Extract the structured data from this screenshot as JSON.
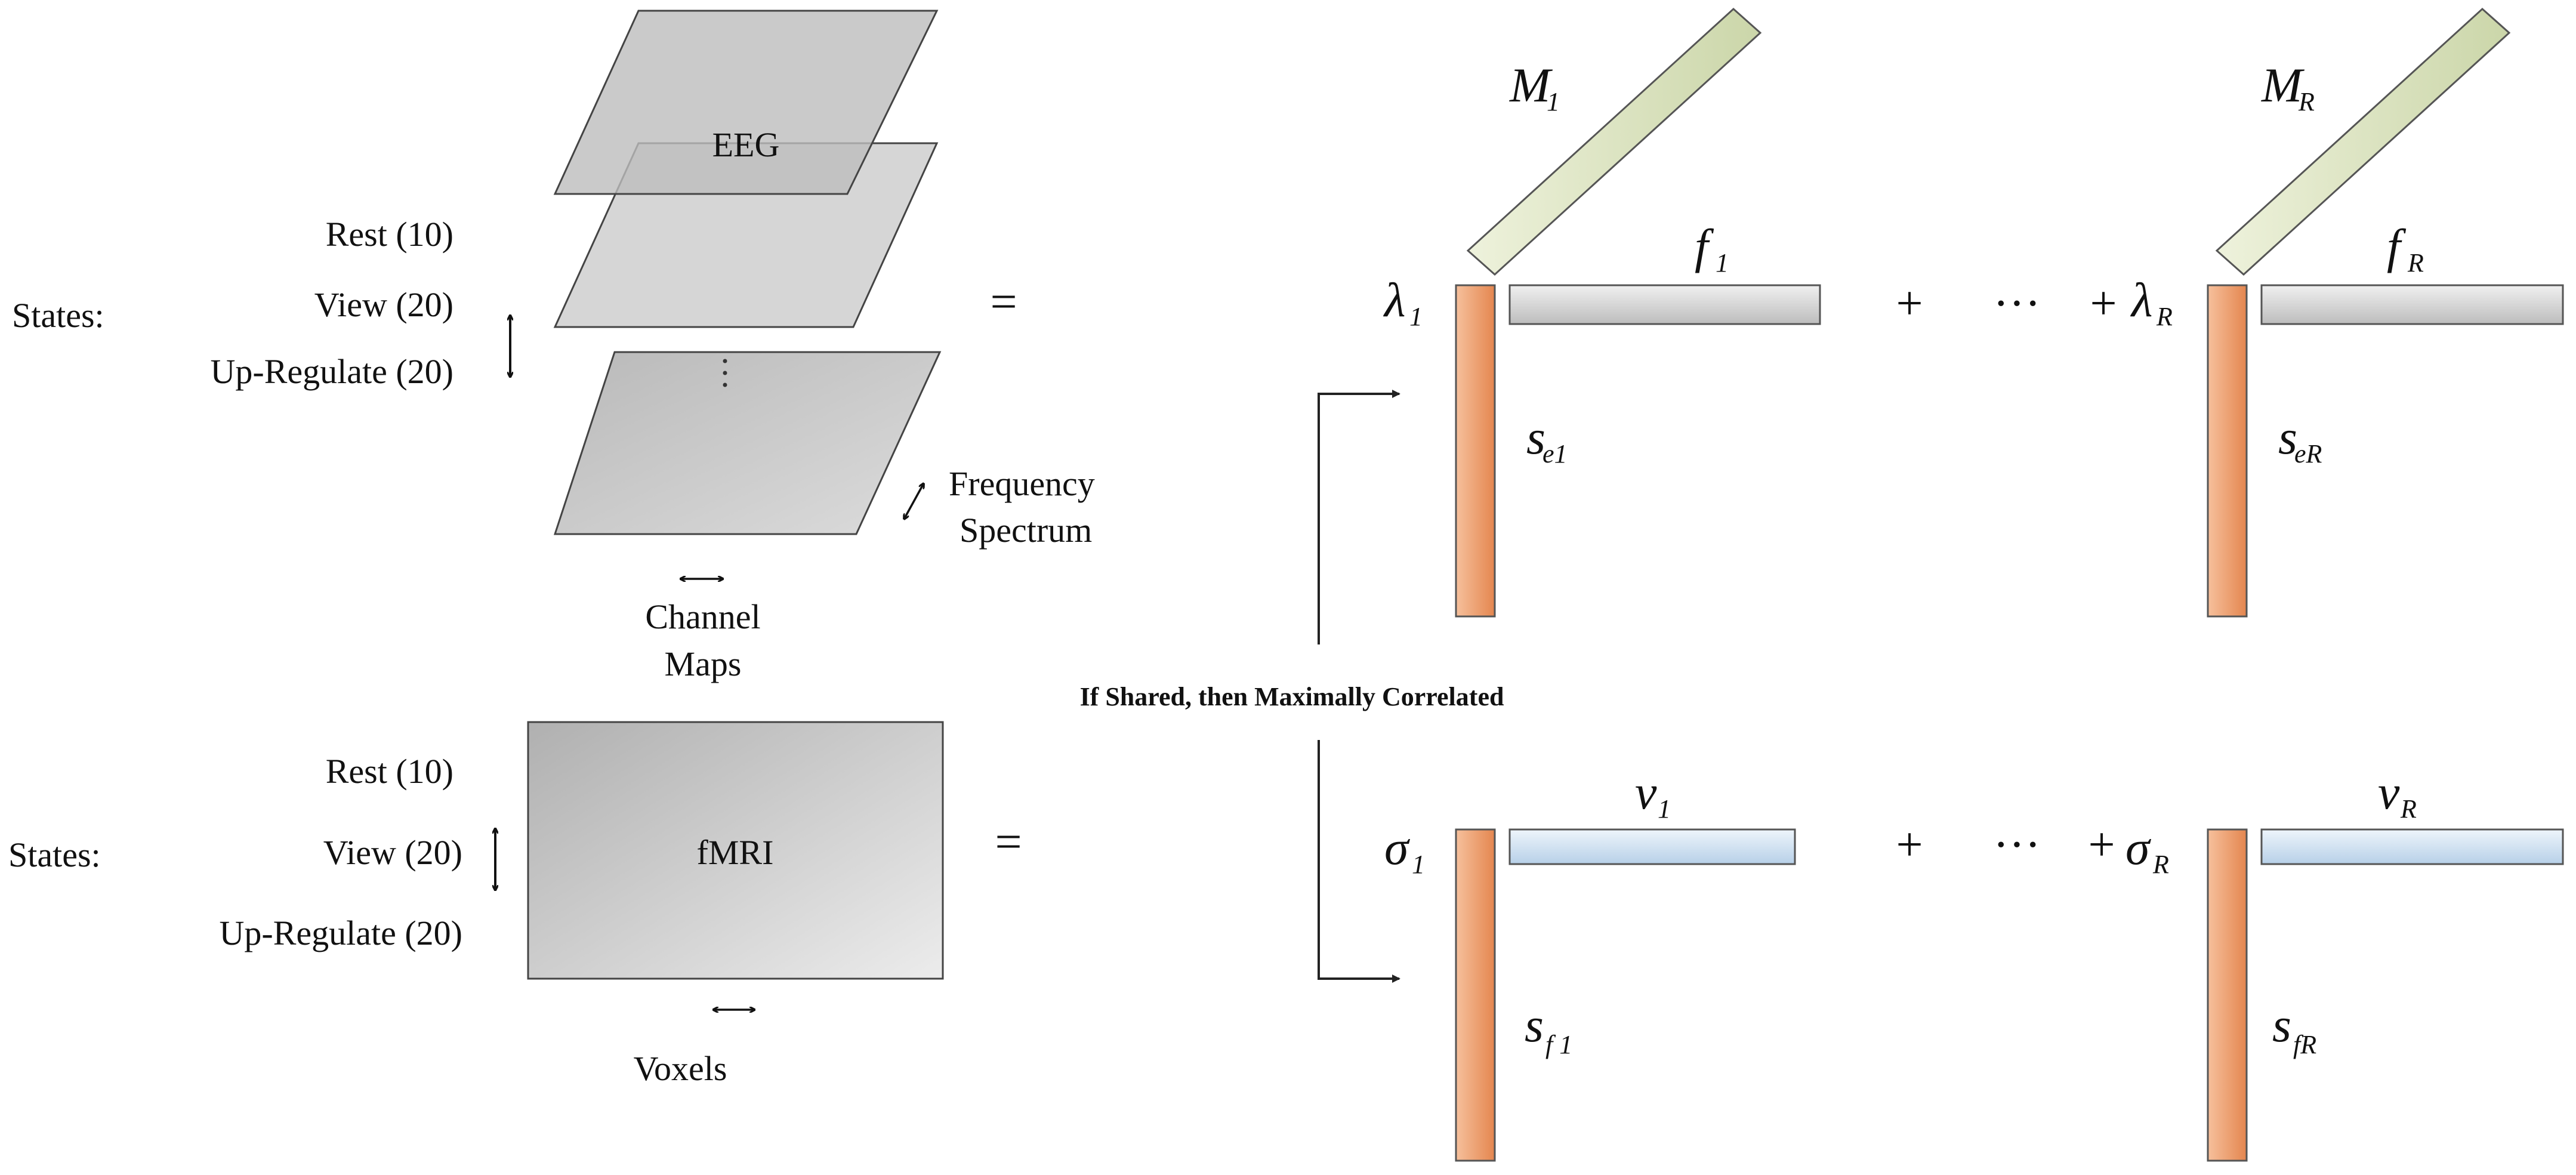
{
  "eeg": {
    "states_label": "States:",
    "rows": [
      "Rest (10)",
      "View (20)",
      "Up-Regulate (20)"
    ],
    "slab_label": "EEG",
    "freq_label": [
      "Frequency",
      "Spectrum"
    ],
    "channel_label": [
      "Channel",
      "Maps"
    ],
    "equals": "="
  },
  "fmri": {
    "states_label": "States:",
    "rows": [
      "Rest (10)",
      "View (20)",
      "Up-Regulate (20)"
    ],
    "box_label": "fMRI",
    "voxels_label": "Voxels",
    "equals": "="
  },
  "link_label": "If Shared, then Maximally Correlated",
  "operators": {
    "plus": "+",
    "dots": "···"
  },
  "eeg_components": [
    {
      "weight": "λ",
      "weight_sub": "1",
      "spatial": "M",
      "spatial_sub": "1",
      "freq": "f",
      "freq_sub": "1",
      "score": "s",
      "score_sub": "e1"
    },
    {
      "weight": "λ",
      "weight_sub": "R",
      "spatial": "M",
      "spatial_sub": "R",
      "freq": "f",
      "freq_sub": "R",
      "score": "s",
      "score_sub": "eR"
    }
  ],
  "fmri_components": [
    {
      "weight": "σ",
      "weight_sub": "1",
      "voxel": "v",
      "voxel_sub": "1",
      "score": "s",
      "score_sub": "f 1"
    },
    {
      "weight": "σ",
      "weight_sub": "R",
      "voxel": "v",
      "voxel_sub": "R",
      "score": "s",
      "score_sub": "fR"
    }
  ],
  "colors": {
    "score_bar": "#f0a679",
    "spatial_bar": "#dfe6c5",
    "freq_bar": "#d9d9d9",
    "voxel_bar": "#cfe0f0",
    "slab": "#c4c4c4"
  }
}
